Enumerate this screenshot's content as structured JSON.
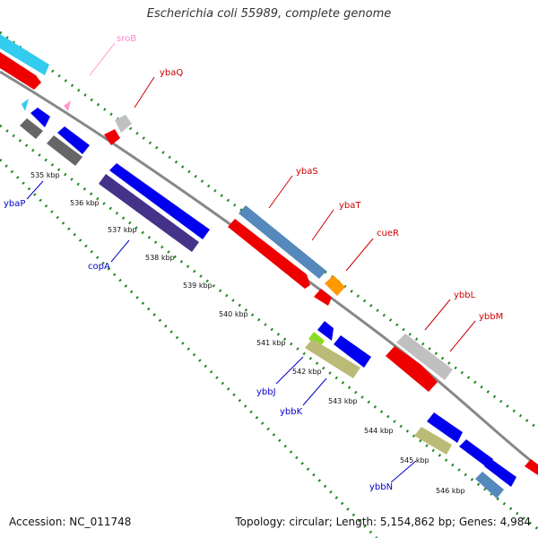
{
  "title": "Escherichia coli 55989, complete genome",
  "accession": "Accession: NC_011748",
  "topology": "Topology: circular; Length: 5,154,862 bp; Genes: 4,984",
  "colors": {
    "forward_cds": "#0000ee",
    "reverse_cds": "#ee0000",
    "rna": "#ff99cc",
    "label_forward": "#0000cc",
    "label_reverse": "#cc0000",
    "label_rna": "#ff88cc",
    "backbone": "#888888",
    "dots": "#228822"
  },
  "ticks": [
    {
      "label": "535 kbp"
    },
    {
      "label": "536 kbp"
    },
    {
      "label": "537 kbp"
    },
    {
      "label": "538 kbp"
    },
    {
      "label": "539 kbp"
    },
    {
      "label": "540 kbp"
    },
    {
      "label": "541 kbp"
    },
    {
      "label": "542 kbp"
    },
    {
      "label": "543 kbp"
    },
    {
      "label": "544 kbp"
    },
    {
      "label": "545 kbp"
    },
    {
      "label": "546 kbp"
    }
  ],
  "gene_labels": [
    {
      "name": "sroB",
      "strand": "rna"
    },
    {
      "name": "ybaQ",
      "strand": "reverse"
    },
    {
      "name": "ybaS",
      "strand": "reverse"
    },
    {
      "name": "ybaT",
      "strand": "reverse"
    },
    {
      "name": "cueR",
      "strand": "reverse"
    },
    {
      "name": "ybbL",
      "strand": "reverse"
    },
    {
      "name": "ybbM",
      "strand": "reverse"
    },
    {
      "name": "ybaP",
      "strand": "forward"
    },
    {
      "name": "copA",
      "strand": "forward"
    },
    {
      "name": "ybbJ",
      "strand": "forward"
    },
    {
      "name": "ybbK",
      "strand": "forward"
    },
    {
      "name": "ybbN",
      "strand": "forward"
    }
  ]
}
